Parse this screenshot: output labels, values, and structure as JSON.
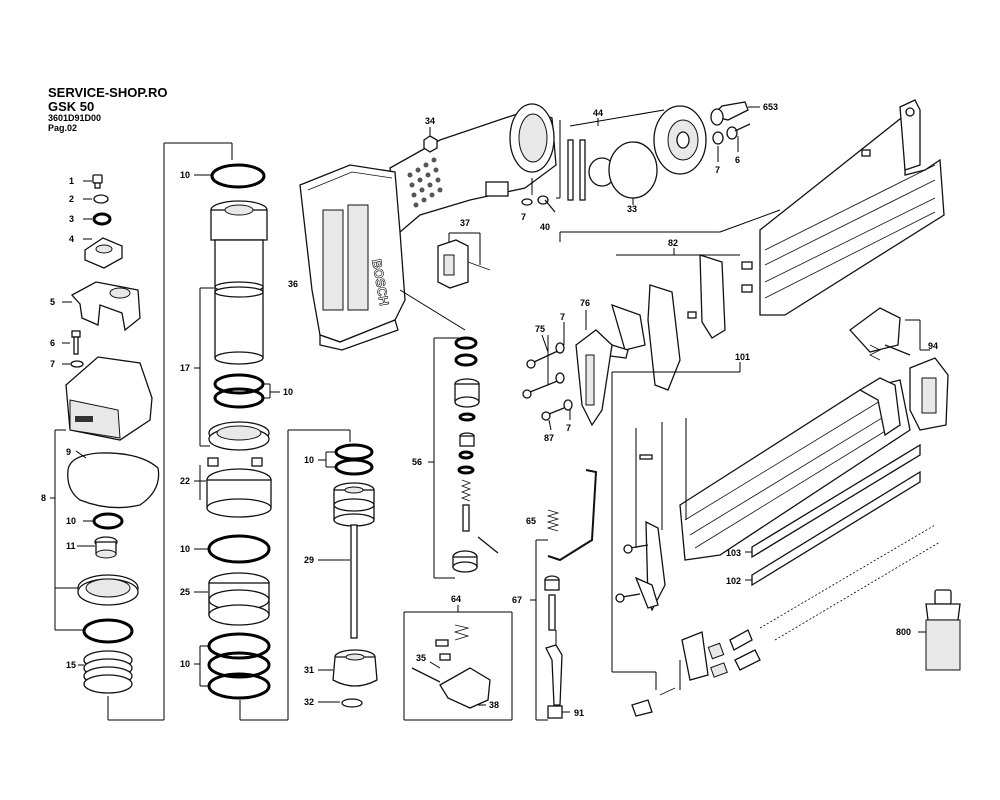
{
  "header": {
    "shop": "SERVICE-SHOP.RO",
    "model": "GSK 50",
    "part_number": "3601D91D00",
    "page": "Pag.02"
  },
  "brand_mark": "BOSCH",
  "callouts": [
    {
      "id": "c1",
      "text": "1"
    },
    {
      "id": "c2",
      "text": "2"
    },
    {
      "id": "c3",
      "text": "3"
    },
    {
      "id": "c4",
      "text": "4"
    },
    {
      "id": "c5",
      "text": "5"
    },
    {
      "id": "c6",
      "text": "6"
    },
    {
      "id": "c7",
      "text": "7"
    },
    {
      "id": "c8",
      "text": "8"
    },
    {
      "id": "c9",
      "text": "9"
    },
    {
      "id": "c10a",
      "text": "10"
    },
    {
      "id": "c11",
      "text": "11"
    },
    {
      "id": "c15",
      "text": "15"
    },
    {
      "id": "c10b",
      "text": "10"
    },
    {
      "id": "c17",
      "text": "17"
    },
    {
      "id": "c10c",
      "text": "10"
    },
    {
      "id": "c22",
      "text": "22"
    },
    {
      "id": "c10d",
      "text": "10"
    },
    {
      "id": "c25",
      "text": "25"
    },
    {
      "id": "c10e",
      "text": "10"
    },
    {
      "id": "c10f",
      "text": "10"
    },
    {
      "id": "c29",
      "text": "29"
    },
    {
      "id": "c31",
      "text": "31"
    },
    {
      "id": "c32",
      "text": "32"
    },
    {
      "id": "c34",
      "text": "34"
    },
    {
      "id": "c36",
      "text": "36"
    },
    {
      "id": "c37",
      "text": "37"
    },
    {
      "id": "c56",
      "text": "56"
    },
    {
      "id": "c35",
      "text": "35"
    },
    {
      "id": "c64",
      "text": "64"
    },
    {
      "id": "c38",
      "text": "38"
    },
    {
      "id": "c44",
      "text": "44"
    },
    {
      "id": "c7b",
      "text": "7"
    },
    {
      "id": "c40",
      "text": "40"
    },
    {
      "id": "c33",
      "text": "33"
    },
    {
      "id": "c653",
      "text": "653"
    },
    {
      "id": "c6b",
      "text": "6"
    },
    {
      "id": "c7c",
      "text": "7"
    },
    {
      "id": "c82",
      "text": "82"
    },
    {
      "id": "c76",
      "text": "76"
    },
    {
      "id": "c75",
      "text": "75"
    },
    {
      "id": "c7d",
      "text": "7"
    },
    {
      "id": "c87",
      "text": "87"
    },
    {
      "id": "c7e",
      "text": "7"
    },
    {
      "id": "c101",
      "text": "101"
    },
    {
      "id": "c94",
      "text": "94"
    },
    {
      "id": "c65",
      "text": "65"
    },
    {
      "id": "c67",
      "text": "67"
    },
    {
      "id": "c91",
      "text": "91"
    },
    {
      "id": "c103",
      "text": "103"
    },
    {
      "id": "c102",
      "text": "102"
    },
    {
      "id": "c800",
      "text": "800"
    }
  ]
}
